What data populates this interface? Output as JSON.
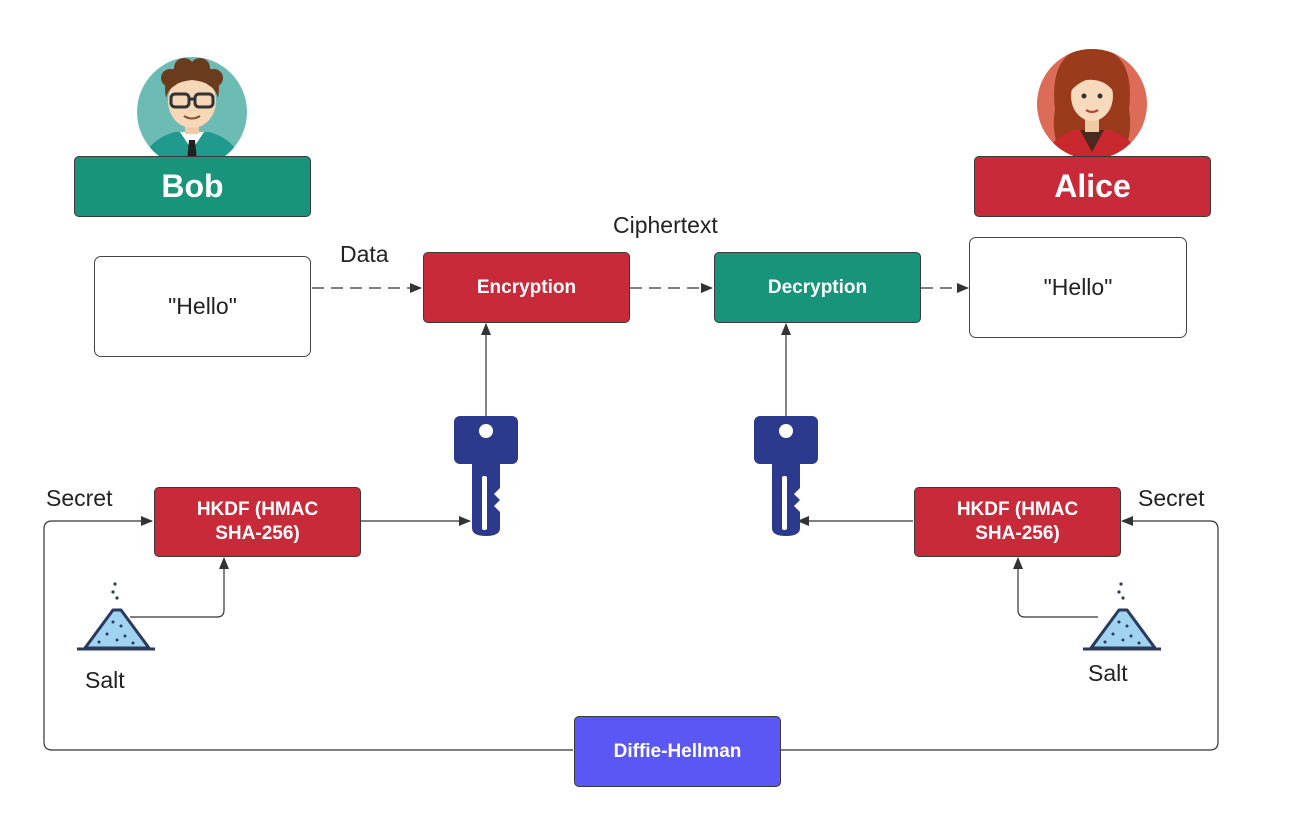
{
  "colors": {
    "red": "#c92a3a",
    "teal": "#179479",
    "purple": "#5b57f5",
    "key_blue": "#2b3a8c",
    "salt_blue": "#9fd3f0",
    "bob_avatar_bg": "#6cbcb5",
    "alice_avatar_bg": "#dc6c58"
  },
  "bob": {
    "name": "Bob",
    "message": "\"Hello\""
  },
  "alice": {
    "name": "Alice",
    "message": "\"Hello\""
  },
  "encryption": {
    "label": "Encryption"
  },
  "decryption": {
    "label": "Decryption"
  },
  "labels": {
    "data": "Data",
    "ciphertext": "Ciphertext",
    "secret_left": "Secret",
    "secret_right": "Secret",
    "salt_left": "Salt",
    "salt_right": "Salt"
  },
  "hkdf_left": {
    "line1": "HKDF (HMAC",
    "line2": "SHA-256)"
  },
  "hkdf_right": {
    "line1": "HKDF (HMAC",
    "line2": "SHA-256)"
  },
  "diffie_hellman": {
    "label": "Diffie-Hellman"
  },
  "icons": [
    "bob-avatar-icon",
    "alice-avatar-icon",
    "key-icon",
    "salt-pile-icon"
  ]
}
